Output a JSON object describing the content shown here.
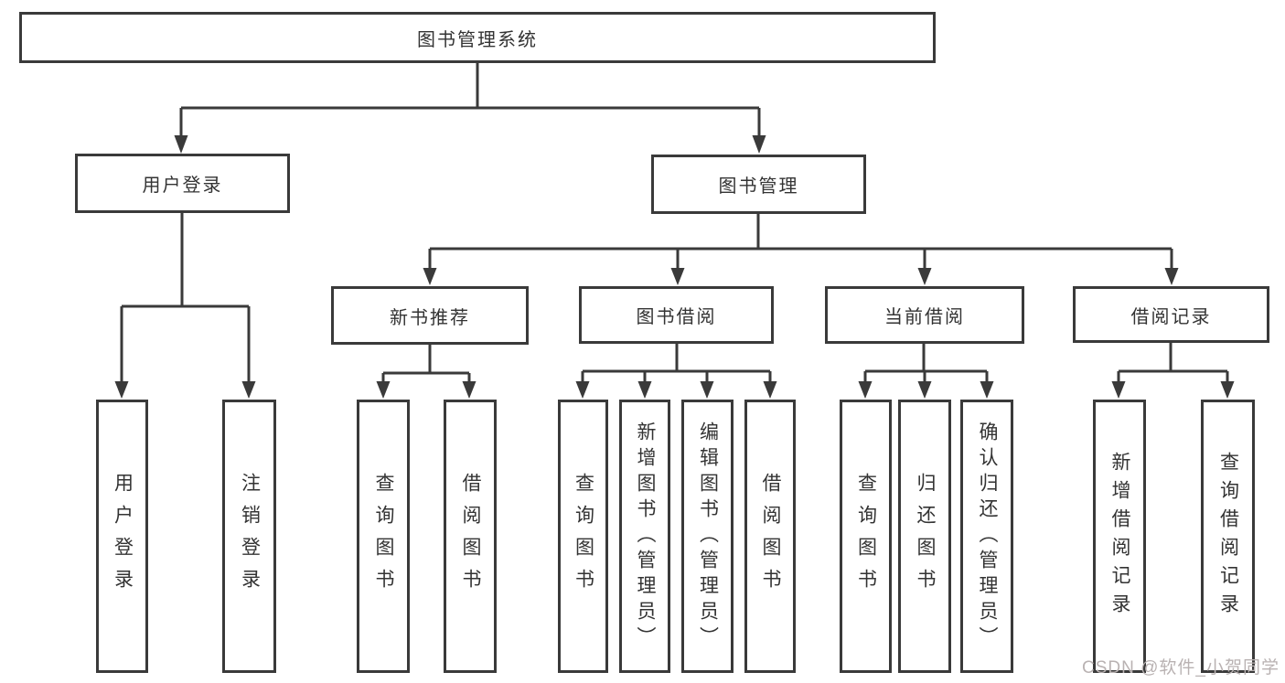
{
  "diagram": {
    "type": "tree",
    "title": "图书管理系统",
    "branches": [
      {
        "label": "用户登录",
        "children": [
          {
            "label": "用户登录"
          },
          {
            "label": "注销登录"
          }
        ]
      },
      {
        "label": "图书管理",
        "children": [
          {
            "label": "新书推荐",
            "children": [
              {
                "label": "查询图书"
              },
              {
                "label": "借阅图书"
              }
            ]
          },
          {
            "label": "图书借阅",
            "children": [
              {
                "label": "查询图书"
              },
              {
                "label": "新增图书（管理员）"
              },
              {
                "label": "编辑图书（管理员）"
              },
              {
                "label": "借阅图书"
              }
            ]
          },
          {
            "label": "当前借阅",
            "children": [
              {
                "label": "查询图书"
              },
              {
                "label": "归还图书"
              },
              {
                "label": "确认归还（管理员）"
              }
            ]
          },
          {
            "label": "借阅记录",
            "children": [
              {
                "label": "新增借阅记录"
              },
              {
                "label": "查询借阅记录"
              }
            ]
          }
        ]
      }
    ]
  },
  "watermark": {
    "text": "CSDN @软件_小贺同学"
  },
  "colors": {
    "line": "#3a3a3a",
    "text": "#333333",
    "background": "#ffffff",
    "watermark": "#b9b2b2"
  }
}
